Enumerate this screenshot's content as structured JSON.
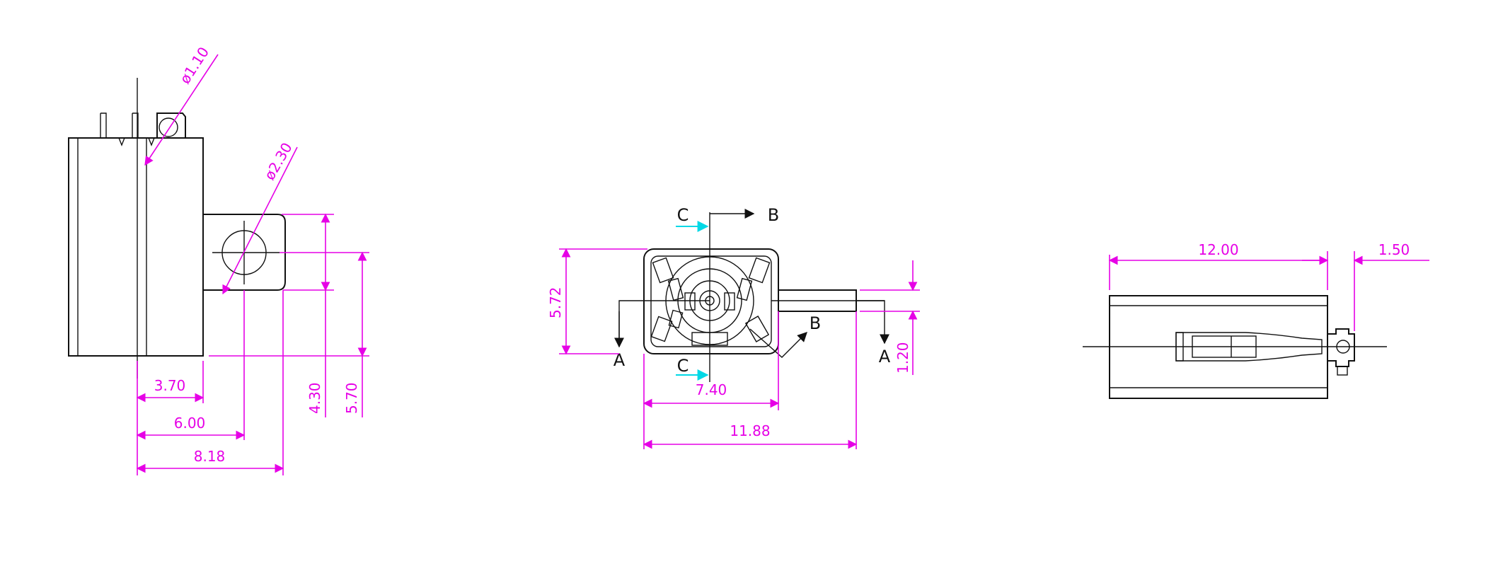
{
  "side_view": {
    "dim_hole_small": "ø1.10",
    "dim_hole_large": "ø2.30",
    "dim_3_70": "3.70",
    "dim_6_00": "6.00",
    "dim_8_18": "8.18",
    "dim_4_30": "4.30",
    "dim_5_70": "5.70"
  },
  "front_view": {
    "section_c_top": "C",
    "section_b_top": "B",
    "section_a_left": "A",
    "section_c_bottom": "C",
    "section_b_right": "B",
    "section_a_right": "A",
    "dim_5_72": "5.72",
    "dim_7_40": "7.40",
    "dim_11_88": "11.88",
    "dim_1_20": "1.20"
  },
  "top_view": {
    "dim_12_00": "12.00",
    "dim_1_50": "1.50"
  },
  "colors": {
    "dimension": "#e600e6",
    "outline": "#111111",
    "section_marker": "#00d8e6"
  }
}
